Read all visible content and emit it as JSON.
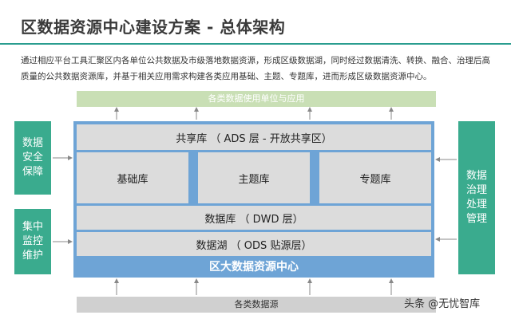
{
  "header": {
    "title": "区数据资源中心建设方案 - 总体架构"
  },
  "description": "通过相应平台工具汇聚区内各单位公共数据及市级落地数据资源，形成区级数据湖，同时经过数据清洗、转换、融合、治理后高质量的公共数据资源库，并基于相关应用需求构建各类应用基础、主题、专题库，进而形成区级数据资源中心。",
  "bands": {
    "top": "各类数据使用单位与应用",
    "bottom": "各类数据源"
  },
  "side_panels": {
    "left_top": "数据安全保障",
    "left_bottom": "集中监控维护",
    "right": "数据治理处理管理"
  },
  "layers": {
    "ads": "共享库 （ ADS 层 - 开放共享区）",
    "base": "基础库",
    "theme": "主题库",
    "special": "专题库",
    "dwd": "数据库 （ DWD 层）",
    "ods": "数据湖 （ ODS 贴源层）",
    "center": "区大数据资源中心"
  },
  "watermark": "头条 @无忧智库",
  "colors": {
    "accent": "#3aab8e",
    "main_blue": "#6ea4d6",
    "top_band": "#c9dfb5",
    "bottom_band": "#d0d0d0"
  }
}
